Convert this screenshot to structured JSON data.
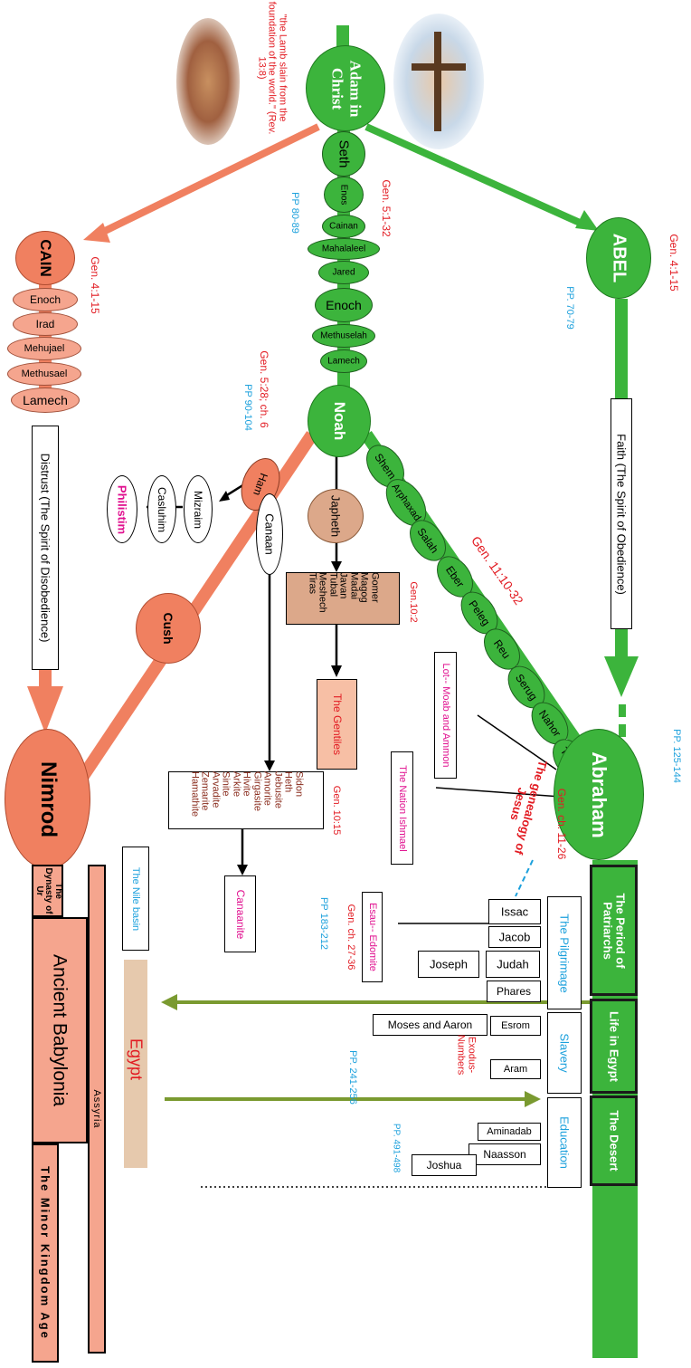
{
  "top_quote": "\"the Lamb slain from the foundation of the world.\" (Rev. 13:8)",
  "adam": "Adam in Christ",
  "abel": {
    "name": "ABEL",
    "ref": "Gen. 4:1-15",
    "pp": "PP. 70-79"
  },
  "cain": {
    "name": "CAIN",
    "ref": "Gen. 4:1-15",
    "descendants": [
      "Enoch",
      "Irad",
      "Mehujael",
      "Methusael",
      "Lamech"
    ]
  },
  "seth_line": {
    "names": [
      "Seth",
      "Enos",
      "Cainan",
      "Mahalaleel",
      "Jared",
      "Enoch",
      "Methuselah",
      "Lamech"
    ],
    "ref": "Gen. 5:1-32",
    "pp": "PP 80-89"
  },
  "noah": {
    "name": "Noah",
    "ref": "Gen. 5:28; ch. 6",
    "pp": "PP 90-104"
  },
  "faith_label": "Faith (The Spirit of Obedience)",
  "distrust_label": "Distrust (The Spirit of Disobedience)",
  "shem_line": {
    "names": [
      "Shem",
      "Arphaxad",
      "Salah",
      "Eber",
      "Peleg",
      "Reu",
      "Serug",
      "Nahor",
      "Terah"
    ],
    "ref": "Gen. 11:10-32"
  },
  "ham": "Ham",
  "japheth": "Japheth",
  "japheth_sons": [
    "Gomer",
    "Magog",
    "Madai",
    "Javan",
    "Tubal",
    "Meshech",
    "Tiras"
  ],
  "japheth_ref": "Gen.10:2",
  "gentiles": "The Gentiles",
  "mizraim": "Mizraim",
  "casluhim": "Casluhim",
  "philistim": "Philistim",
  "canaan": "Canaan",
  "canaan_sons": [
    "Sidon",
    "Heth",
    "Jebusite",
    "Amorite",
    "Girgasite",
    "Hivite",
    "Arkite",
    "Sinite",
    "Arvadite",
    "Zemarite",
    "Hamathite"
  ],
  "canaan_ref": "Gen. 10:15",
  "canaanite": "Canaanite",
  "cush": "Cush",
  "nimrod": "Nimrod",
  "abraham": {
    "name": "Abraham",
    "ref": "Gen. ch. 11-26",
    "pp": "PP. 125-144"
  },
  "genealogy": "The genealogy of Jesus",
  "lot": "Lot-- Moab and Ammon",
  "ishmael": "The Nation Ishmael",
  "esau": "Esau-- Edomite",
  "esau_ref": "Gen. ch. 27-36",
  "esau_pp": "PP 183-212",
  "patriarchs": [
    "Issac",
    "Jacob",
    "Judah",
    "Phares"
  ],
  "joseph": "Joseph",
  "moses": "Moses and Aaron",
  "esrom": "Esrom",
  "aram": "Aram",
  "aminadab": "Aminadab",
  "naasson": "Naasson",
  "joshua": "Joshua",
  "exodus_ref": "Exodus-Numbers",
  "pp_slavery": "PP. 241-256",
  "pp_desert": "PP. 491-498",
  "stages": [
    "The Pilgrimage",
    "Slavery",
    "Education"
  ],
  "periods": [
    "The Period of Patriarchs",
    "Life in Egypt",
    "The Desert"
  ],
  "nile": "The Nile basin",
  "egypt": "Egypt",
  "assyria": "Assyria",
  "dynasty_ur": "The Dynasty of Ur",
  "babylonia": "Ancient Babylonia",
  "minor_kingdom": "The Minor Kingdom Age",
  "colors": {
    "green": "#3cb43c",
    "salmon": "#f08060",
    "olive": "#7a9a30",
    "red": "#e21b22",
    "blue": "#1ba0dc",
    "magenta": "#e0108f"
  }
}
